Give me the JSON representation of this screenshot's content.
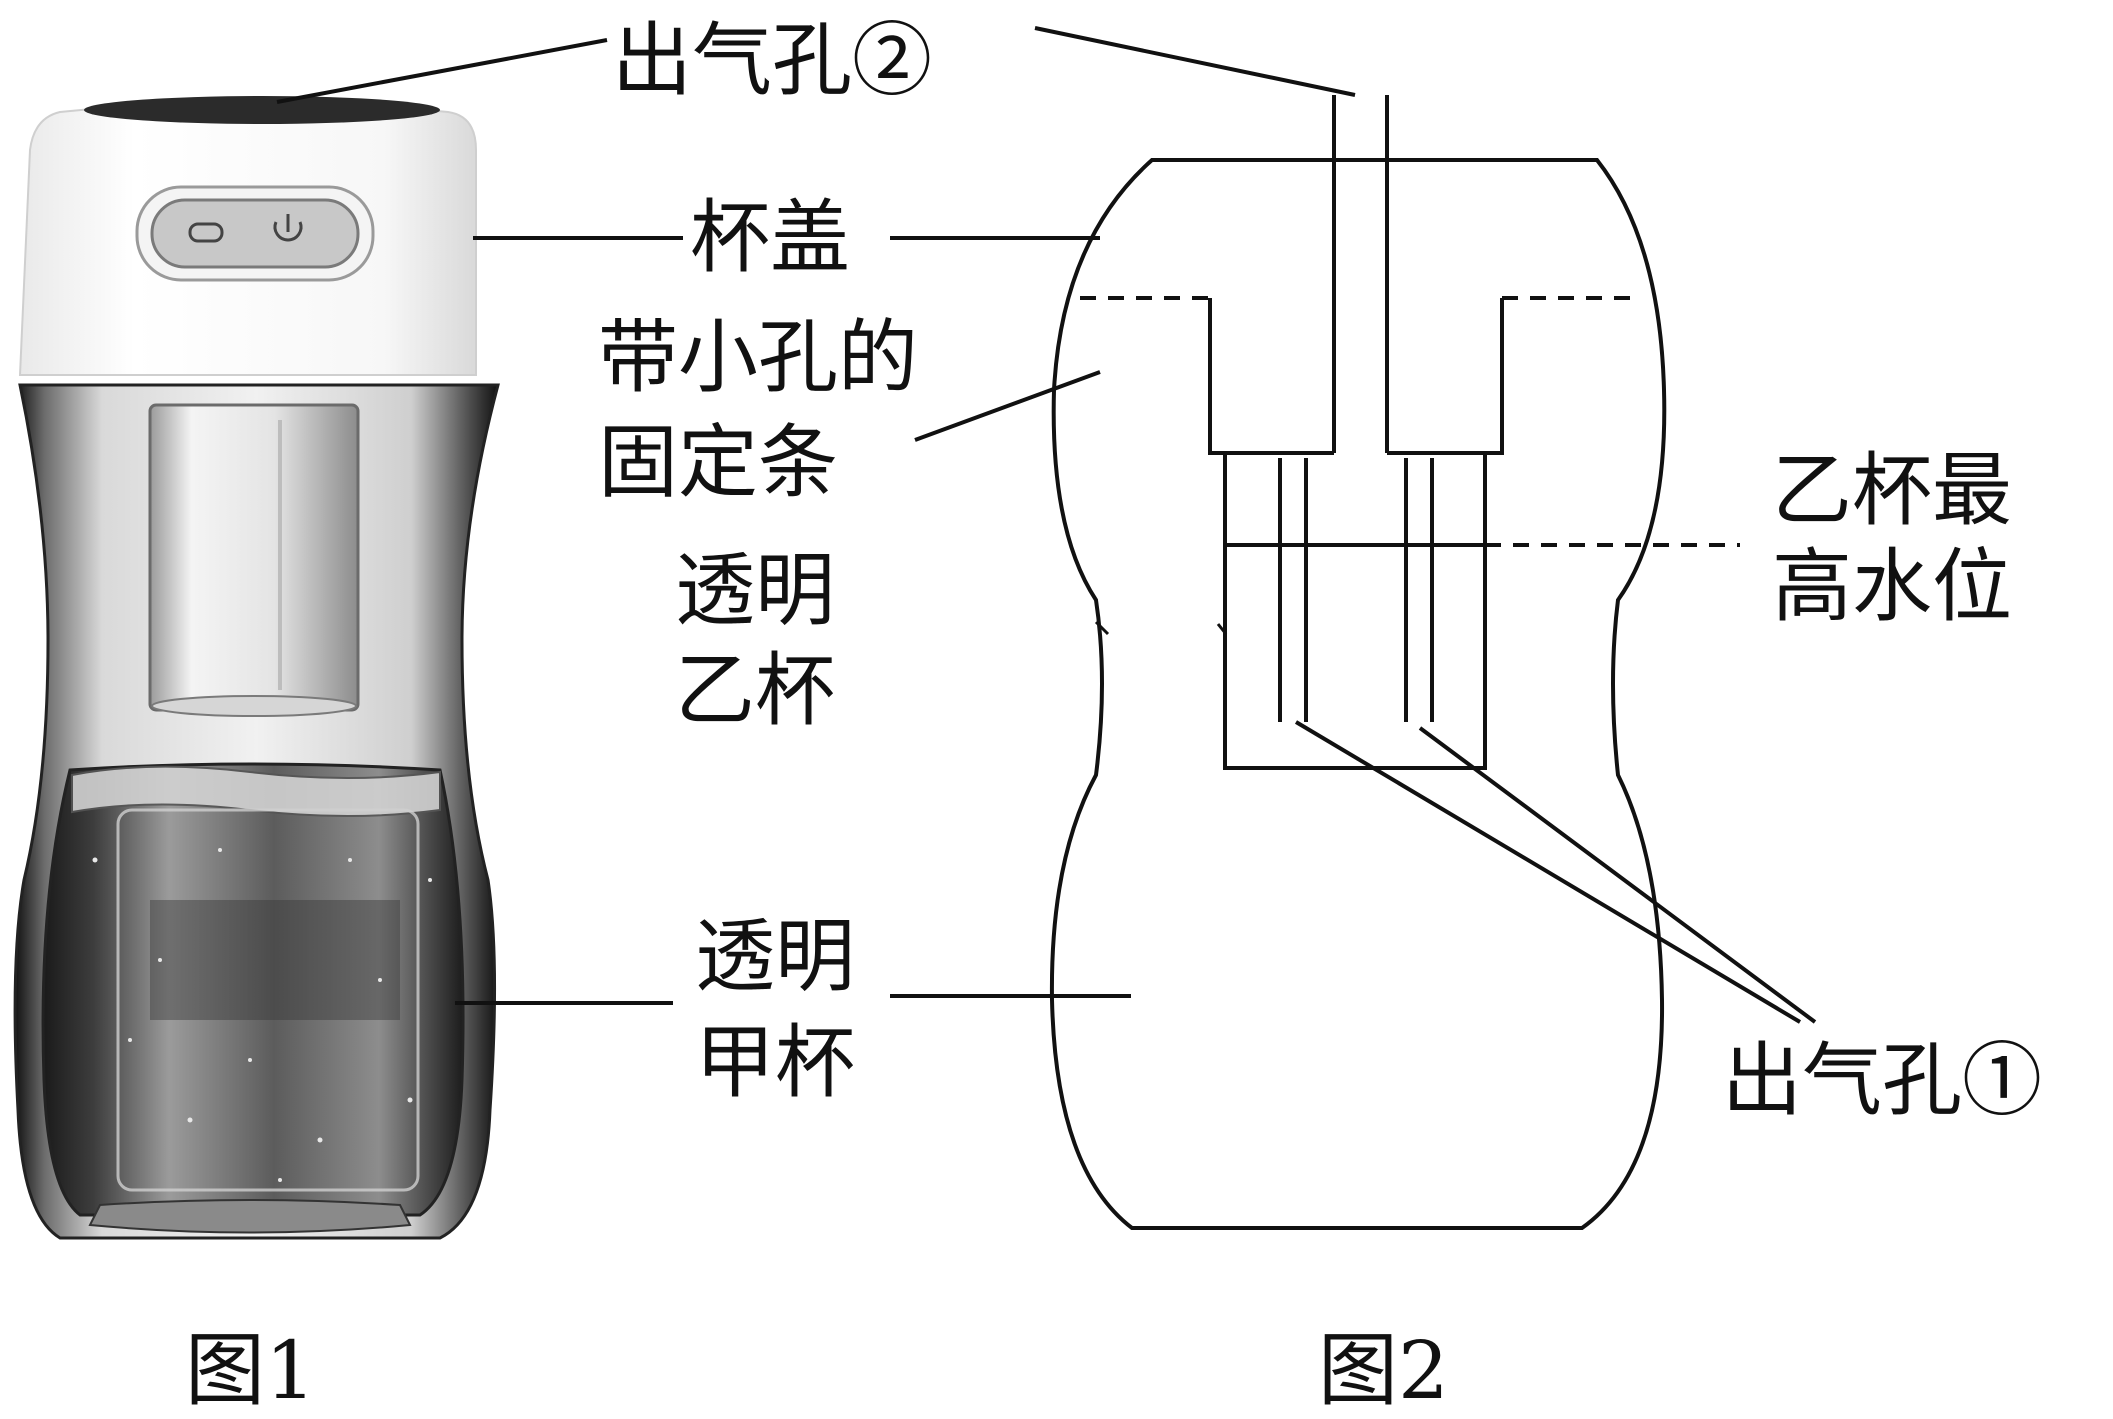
{
  "labels": {
    "outlet_2": "出气孔②",
    "lid": "杯盖",
    "strip_line1": "带小孔的",
    "strip_line2": "固定条",
    "cup_b_line1": "透明",
    "cup_b_line2": "乙杯",
    "cup_a_line1": "透明",
    "cup_a_line2": "甲杯",
    "max_level_line1": "乙杯最",
    "max_level_line2": "高水位",
    "outlet_1": "出气孔①",
    "fig1": "图1",
    "fig2": "图2"
  },
  "icons": [
    "usb-port-icon",
    "power-icon"
  ],
  "colors": {
    "ink": "#111111",
    "background": "#ffffff"
  }
}
